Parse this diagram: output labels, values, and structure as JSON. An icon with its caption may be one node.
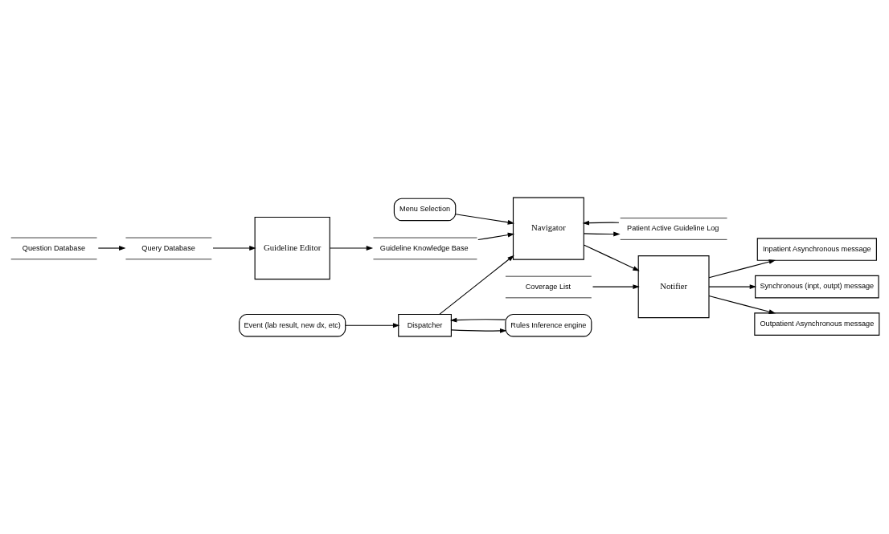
{
  "diagram": {
    "nodes": [
      {
        "text": [
          "Menu Selection"
        ]
      },
      {
        "text": [
          "Patient Active Guideline Log"
        ]
      },
      {
        "text": [
          "Coverage List"
        ]
      },
      {
        "text": [
          "Event (lab result, new dx, etc)"
        ]
      },
      {
        "text": [
          "Navigator"
        ]
      },
      {
        "text": [
          "Notifier"
        ]
      },
      {
        "text": [
          "Inpatient Asynchronous message"
        ]
      },
      {
        "text": [
          "Dispatcher"
        ]
      },
      {
        "text": [
          "Synchronous (inpt, outpt) message"
        ]
      },
      {
        "text": [
          "Rules Inference engine"
        ]
      },
      {
        "text": [
          "Outpatient Asynchronous message"
        ]
      },
      {
        "text": [
          "Guideline Editor"
        ]
      },
      {
        "text": [
          "Guideline Knowledge Base"
        ]
      },
      {
        "text": [
          "Query Database"
        ]
      },
      {
        "text": [
          "Question Database"
        ]
      }
    ],
    "edges": [
      {
        "from": 0,
        "to": 4,
        "arrow": "to"
      },
      {
        "from": 1,
        "to": 4,
        "arrow": "to"
      },
      {
        "from": 4,
        "to": 1,
        "arrow": "to"
      },
      {
        "from": 2,
        "to": 5,
        "arrow": "to"
      },
      {
        "from": 3,
        "to": 7,
        "arrow": "to"
      },
      {
        "from": 7,
        "to": 4,
        "arrow": "to"
      },
      {
        "from": 4,
        "to": 5,
        "arrow": "to"
      },
      {
        "from": 5,
        "to": 6,
        "arrow": "to"
      },
      {
        "from": 5,
        "to": 8,
        "arrow": "to"
      },
      {
        "from": 5,
        "to": 10,
        "arrow": "to"
      },
      {
        "from": 7,
        "to": 9,
        "arrow": "to"
      },
      {
        "from": 9,
        "to": 7,
        "arrow": "to"
      },
      {
        "from": 12,
        "to": 4,
        "arrow": "to"
      },
      {
        "from": 11,
        "to": 12,
        "arrow": "to"
      },
      {
        "from": 13,
        "to": 11,
        "arrow": "to"
      },
      {
        "from": 14,
        "to": 13,
        "arrow": "to"
      }
    ]
  }
}
